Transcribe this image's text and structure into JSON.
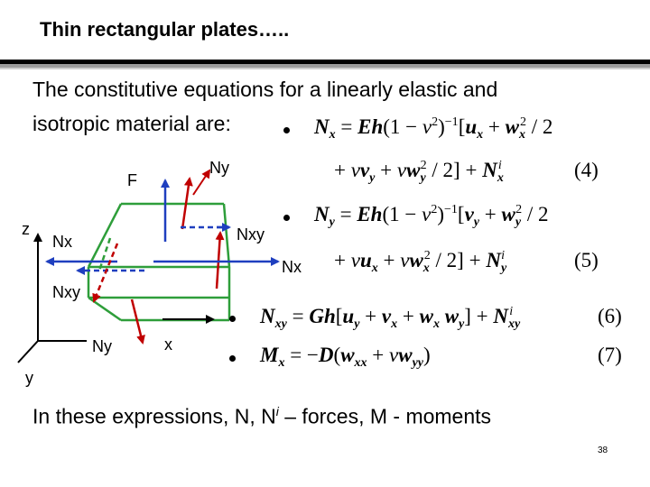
{
  "title": "Thin rectangular plates…..",
  "intro": {
    "line1": "The constitutive equations for a linearly elastic and",
    "line2": "isotropic material are:"
  },
  "diagram_labels": {
    "F": "F",
    "Ny_top": "Ny",
    "z": "z",
    "Nx_left": "Nx",
    "Nxy_right": "Nxy",
    "Nx_right": "Nx",
    "Nxy_left": "Nxy",
    "Ny_bottom": "Ny",
    "x": "x",
    "y": "y"
  },
  "equations": [
    {
      "number": "(4)",
      "line1": "N_x = Eh(1 − ν²)⁻¹[u_x + w_x²/2",
      "line2": "+ νv_y + νw_y²/2] + N_x^i"
    },
    {
      "number": "(5)",
      "line1": "N_y = Eh(1 − ν²)⁻¹[v_y + w_y²/2",
      "line2": "+ νu_x + νw_x²/2] + N_y^i"
    },
    {
      "number": "(6)",
      "line1": "N_xy = Gh[u_y + v_x + w_x w_y] + N_xy^i"
    },
    {
      "number": "(7)",
      "line1": "M_x = −D(w_xx + νw_yy)"
    }
  ],
  "closing": {
    "before": "In these expressions, N, N",
    "sup": "i",
    "after": " – forces, M - moments"
  },
  "page_number": "38",
  "colors": {
    "box_edges": "#2e9e3a",
    "force_red": "#c00000",
    "force_blue": "#1f3fbf",
    "axes": "#000000"
  }
}
